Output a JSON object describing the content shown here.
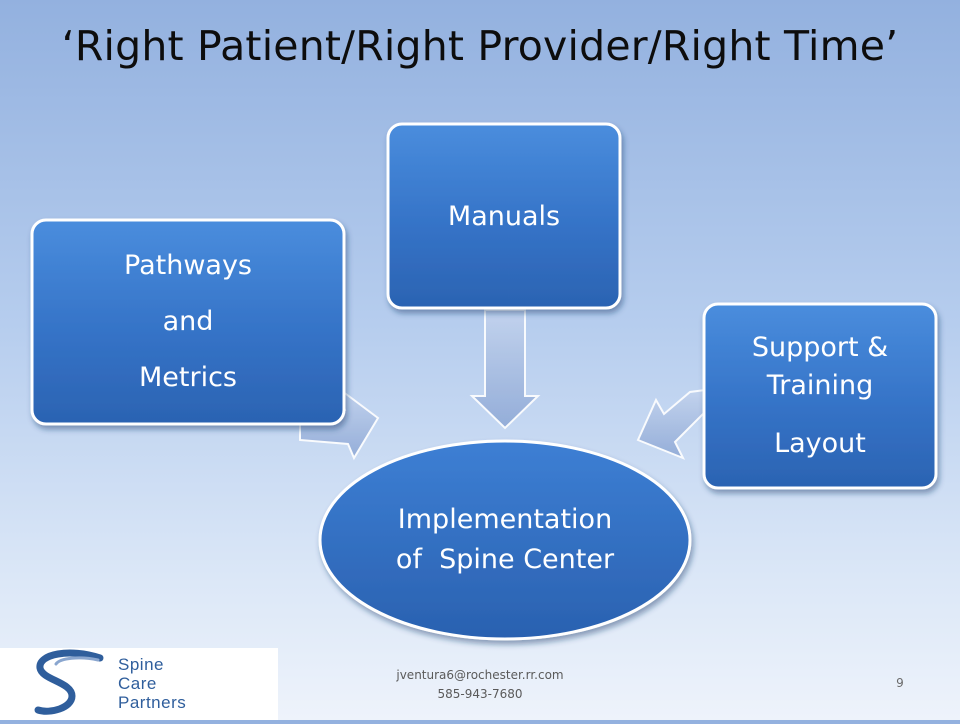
{
  "slide": {
    "title": "‘Right Patient/Right Provider/Right Time’",
    "page_number": "9"
  },
  "diagram": {
    "left_box": {
      "lines": [
        "Pathways",
        "and",
        "Metrics"
      ]
    },
    "top_box": {
      "lines": [
        "Manuals"
      ]
    },
    "right_box": {
      "lines": [
        "Support &",
        "Training",
        "Layout"
      ]
    },
    "center_ellipse": {
      "lines": [
        "Implementation",
        "of  Spine Center"
      ]
    }
  },
  "footer": {
    "email": "jventura6@rochester.rr.com",
    "phone": "585-943-7680"
  },
  "logo": {
    "lines": [
      "Spine",
      "Care",
      "Partners"
    ],
    "icon": "s-swoosh-icon"
  },
  "colors": {
    "box_top": "#3f82d6",
    "box_bottom": "#2d66b6",
    "arrow_fill": "#a9bde0"
  }
}
